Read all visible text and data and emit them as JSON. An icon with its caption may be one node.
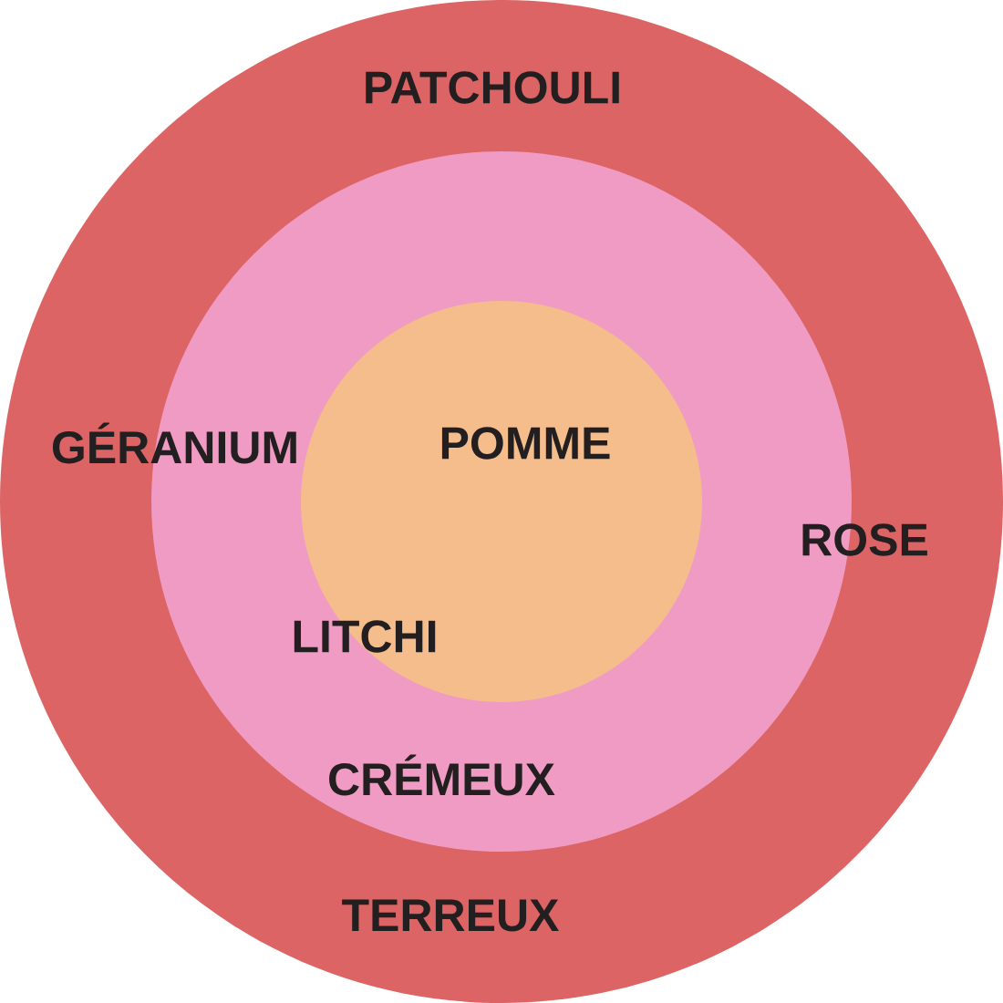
{
  "diagram": {
    "nodes": [
      {
        "text": [
          "PATCHOULI",
          "TERREUX"
        ]
      },
      {
        "text": [
          "ROSE",
          "CRÉMEUX"
        ],
        "in": 0
      },
      {
        "text": [
          "POMME"
        ],
        "in": 1
      }
    ],
    "labels": [
      "GÉRANIUM",
      "LITCHI"
    ]
  }
}
